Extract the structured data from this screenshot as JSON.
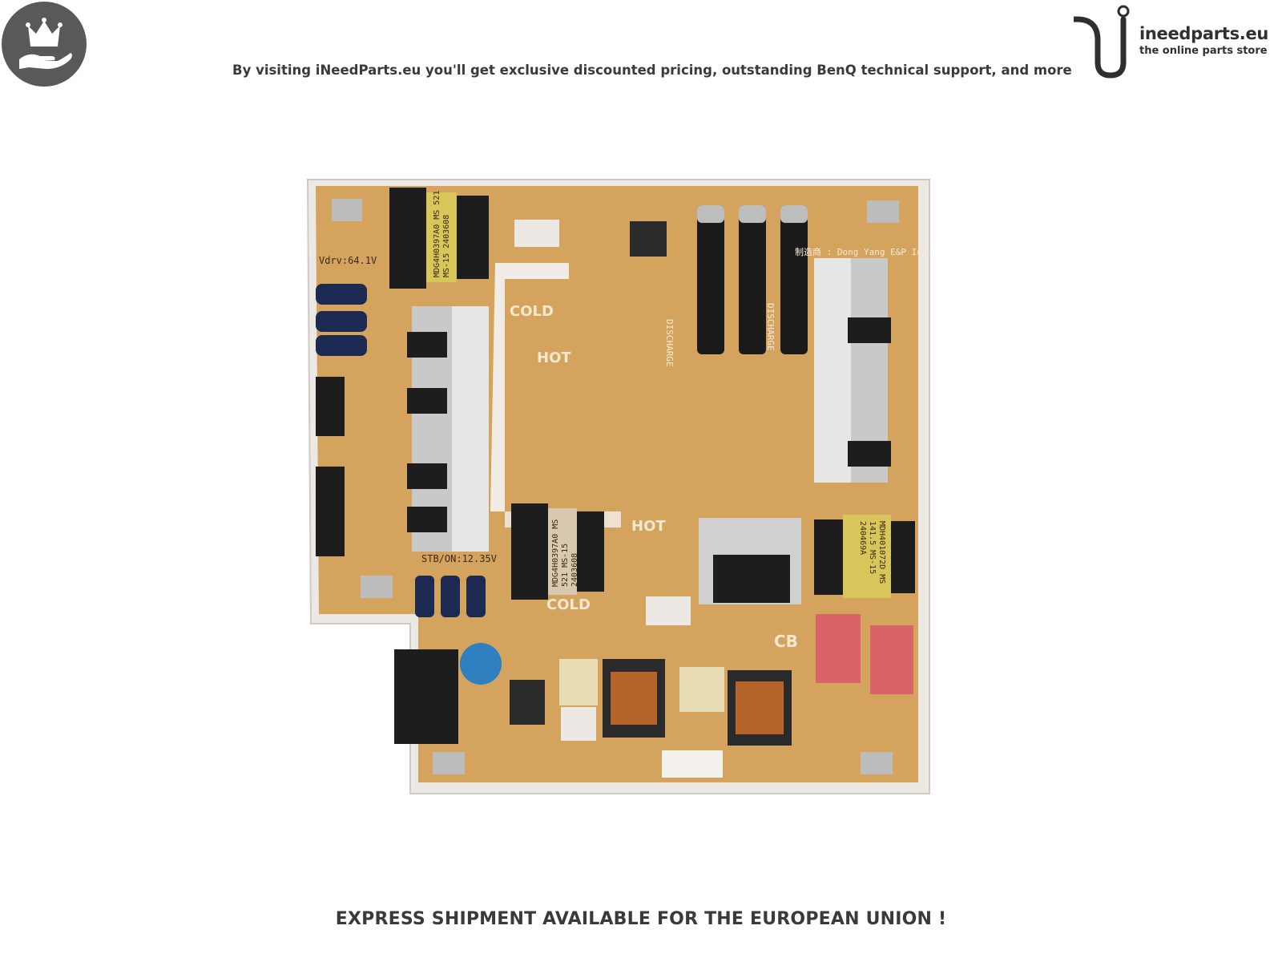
{
  "header": {
    "tagline": "By visiting iNeedParts.eu you'll get exclusive discounted pricing, outstanding BenQ technical support, and more",
    "logo_name": "ineedparts.eu",
    "logo_subtitle": "the online parts store"
  },
  "board_labels": {
    "cold_top": "COLD",
    "hot_top": "HOT",
    "hot_bottom": "HOT",
    "cold_bottom": "COLD",
    "cb": "CB",
    "vdrv": "Vdrv:64.1V",
    "stb_on": "STB/ON:12.35V",
    "discharge_1": "DISCHARGE",
    "discharge_2": "DISCHARGE",
    "manufacturer": "制造商 : Dong Yang E&P Inc.",
    "transformer_1": "MDG4H0397A0 MS 521 MS-15 2403608",
    "transformer_2": "MDG4H0397A0 MS 521 MS-15 2403608",
    "transformer_3": "MDH401072D MS 141.5 MS-15 240469A"
  },
  "footer": {
    "shipping": "EXPRESS SHIPMENT AVAILABLE FOR THE EUROPEAN UNION !"
  },
  "colors": {
    "pcb": "#d4a35e",
    "badge": "#595959",
    "text": "#3a3a3a"
  }
}
